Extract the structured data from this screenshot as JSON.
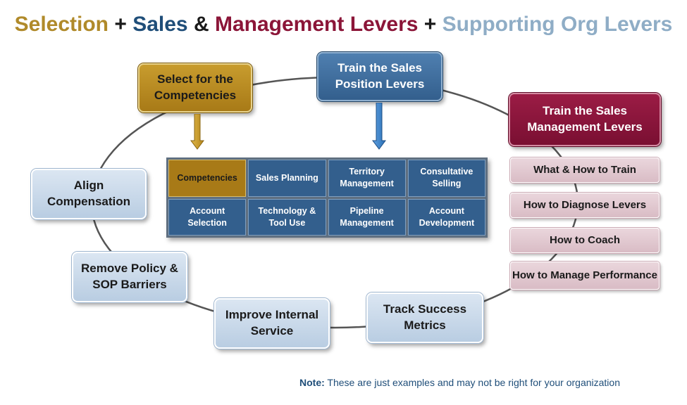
{
  "title": {
    "part1": "Selection",
    "op1": "+",
    "part2": "Sales",
    "op2": "&",
    "part3": "Management Levers",
    "op3": "+",
    "part4": "Supporting Org Levers"
  },
  "nodes": {
    "select": "Select for the Competencies",
    "train_sales": "Train the Sales Position Levers",
    "train_mgmt": "Train the Sales Management Levers",
    "align": "Align Compensation",
    "remove": "Remove Policy & SOP  Barriers",
    "improve": "Improve Internal Service",
    "track": "Track Success Metrics"
  },
  "mgmt_items": [
    "What & How to Train",
    "How to Diagnose Levers",
    "How to Coach",
    "How to Manage Performance"
  ],
  "grid": {
    "cells": [
      "Competencies",
      "Sales Planning",
      "Territory Management",
      "Consultative Selling",
      "Account Selection",
      "Technology & Tool Use",
      "Pipeline Management",
      "Account Development"
    ]
  },
  "note": {
    "label": "Note:",
    "text": "These are just examples and may not be right for your organization"
  },
  "colors": {
    "selection": "#b08a2a",
    "sales": "#1f4e79",
    "management": "#8b1538",
    "supporting": "#8fadc6"
  }
}
